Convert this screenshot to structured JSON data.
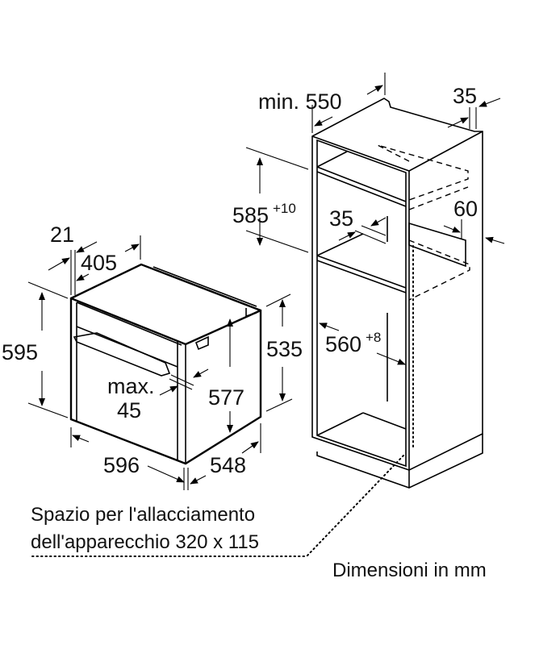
{
  "title": "Oven installation dimensions",
  "oven": {
    "depth_top": "21",
    "width_back": "405",
    "height": "595",
    "inner_height": "535",
    "handle_label": "max.",
    "handle_value": "45",
    "side_height": "577",
    "width": "596",
    "depth": "548"
  },
  "cabinet": {
    "depth": "min. 550",
    "rear_gap": "35",
    "niche_height": "585",
    "niche_height_tol": "+10",
    "front_gap": "35",
    "vent": "60",
    "niche_width": "560",
    "niche_width_tol": "+8"
  },
  "notes": {
    "connection_line1": "Spazio per l'allacciamento",
    "connection_line2": "dell'apparecchio 320 x 115",
    "units": "Dimensioni in mm"
  }
}
